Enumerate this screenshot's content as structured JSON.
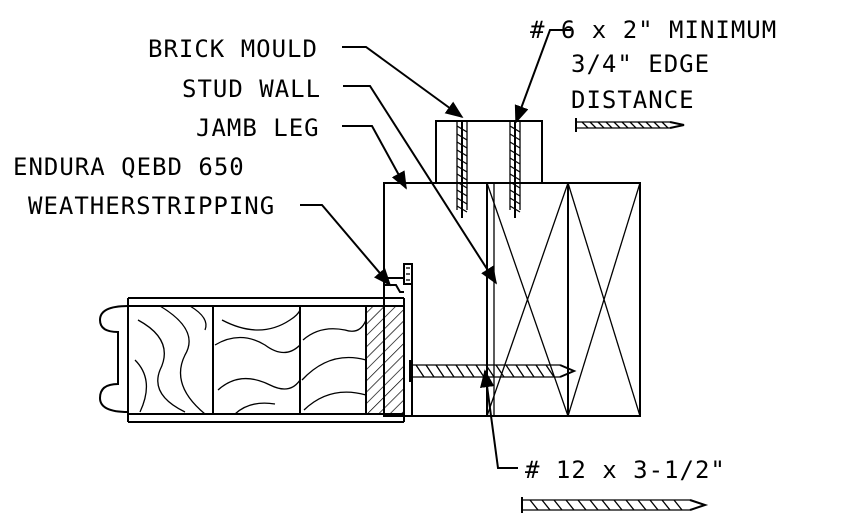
{
  "labels": {
    "brick_mould": "BRICK MOULD",
    "stud_wall": "STUD WALL",
    "jamb_leg": "JAMB LEG",
    "weatherstrip_line1": "ENDURA QEBD 650",
    "weatherstrip_line2": "WEATHERSTRIPPING",
    "screw_small_line1": "# 6 x 2\" MINIMUM",
    "screw_small_line2": "3/4\" EDGE",
    "screw_small_line3": "DISTANCE",
    "screw_large": "# 12 x 3-1/2\""
  }
}
